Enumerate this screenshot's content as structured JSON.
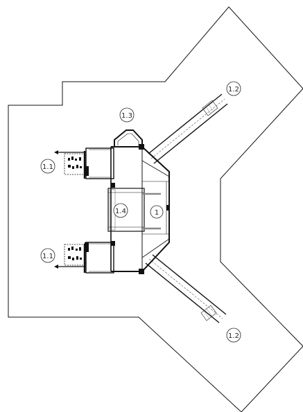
{
  "diagram": {
    "line_color": "#111111",
    "background": "#ffffff",
    "labels": [
      {
        "id": "main",
        "text": "1"
      },
      {
        "id": "playground-top",
        "text": "1.1"
      },
      {
        "id": "playground-bottom",
        "text": "1.1"
      },
      {
        "id": "slide-top",
        "text": "1.2"
      },
      {
        "id": "slide-bottom",
        "text": "1.2"
      },
      {
        "id": "arch",
        "text": "1.3"
      },
      {
        "id": "platform",
        "text": "1.4"
      }
    ]
  }
}
